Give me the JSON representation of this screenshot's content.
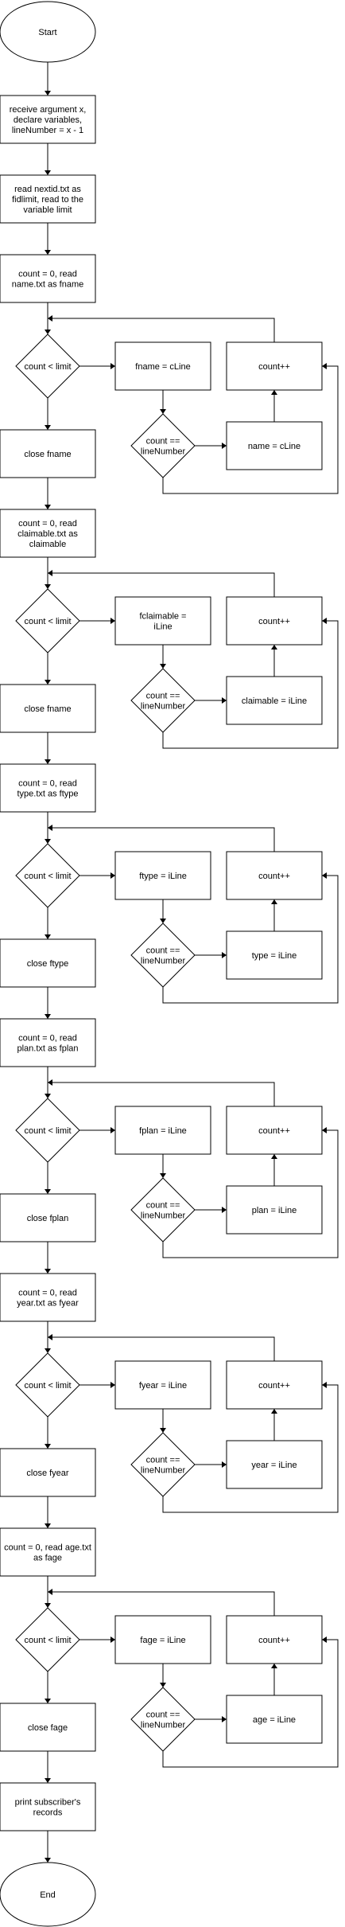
{
  "flowchart": {
    "start": "Start",
    "receive": "receive argument x, declare variables, lineNumber = x - 1",
    "read_nextid": "read nextid.txt as fidlimit, read to the variable limit",
    "loops": [
      {
        "init": "count = 0, read name.txt as fname",
        "cond": "count < limit",
        "read": "fname = cLine",
        "check": "count == lineNumber",
        "assign": "name = cLine",
        "incr": "count++",
        "close": "close fname"
      },
      {
        "init": "count = 0, read claimable.txt as claimable",
        "cond": "count < limit",
        "read": "fclaimable = iLine",
        "check": "count == lineNumber",
        "assign": "claimable = iLine",
        "incr": "count++",
        "close": "close fname"
      },
      {
        "init": "count = 0, read type.txt as ftype",
        "cond": "count < limit",
        "read": "ftype = iLine",
        "check": "count == lineNumber",
        "assign": "type = iLine",
        "incr": "count++",
        "close": "close ftype"
      },
      {
        "init": "count = 0, read plan.txt as fplan",
        "cond": "count < limit",
        "read": "fplan = iLine",
        "check": "count == lineNumber",
        "assign": "plan = iLine",
        "incr": "count++",
        "close": "close fplan"
      },
      {
        "init": "count = 0, read year.txt as fyear",
        "cond": "count < limit",
        "read": "fyear = iLine",
        "check": "count == lineNumber",
        "assign": "year = iLine",
        "incr": "count++",
        "close": "close fyear"
      },
      {
        "init": "count = 0, read age.txt as fage",
        "cond": "count < limit",
        "read": "fage = iLine",
        "check": "count == lineNumber",
        "assign": "age = iLine",
        "incr": "count++",
        "close": "close fage"
      }
    ],
    "print": "print subscriber's records",
    "end": "End"
  }
}
